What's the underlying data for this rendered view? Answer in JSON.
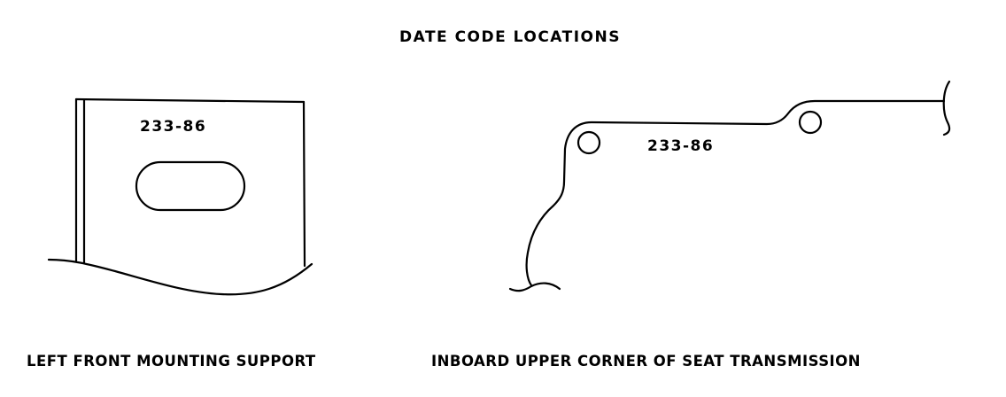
{
  "title": "DATE CODE LOCATIONS",
  "figures": [
    {
      "id": "left-front-mounting-support",
      "date_code": "233-86",
      "caption": "LEFT FRONT MOUNTING SUPPORT"
    },
    {
      "id": "seat-transmission",
      "date_code": "233-86",
      "caption": "INBOARD UPPER CORNER OF SEAT TRANSMISSION"
    }
  ]
}
